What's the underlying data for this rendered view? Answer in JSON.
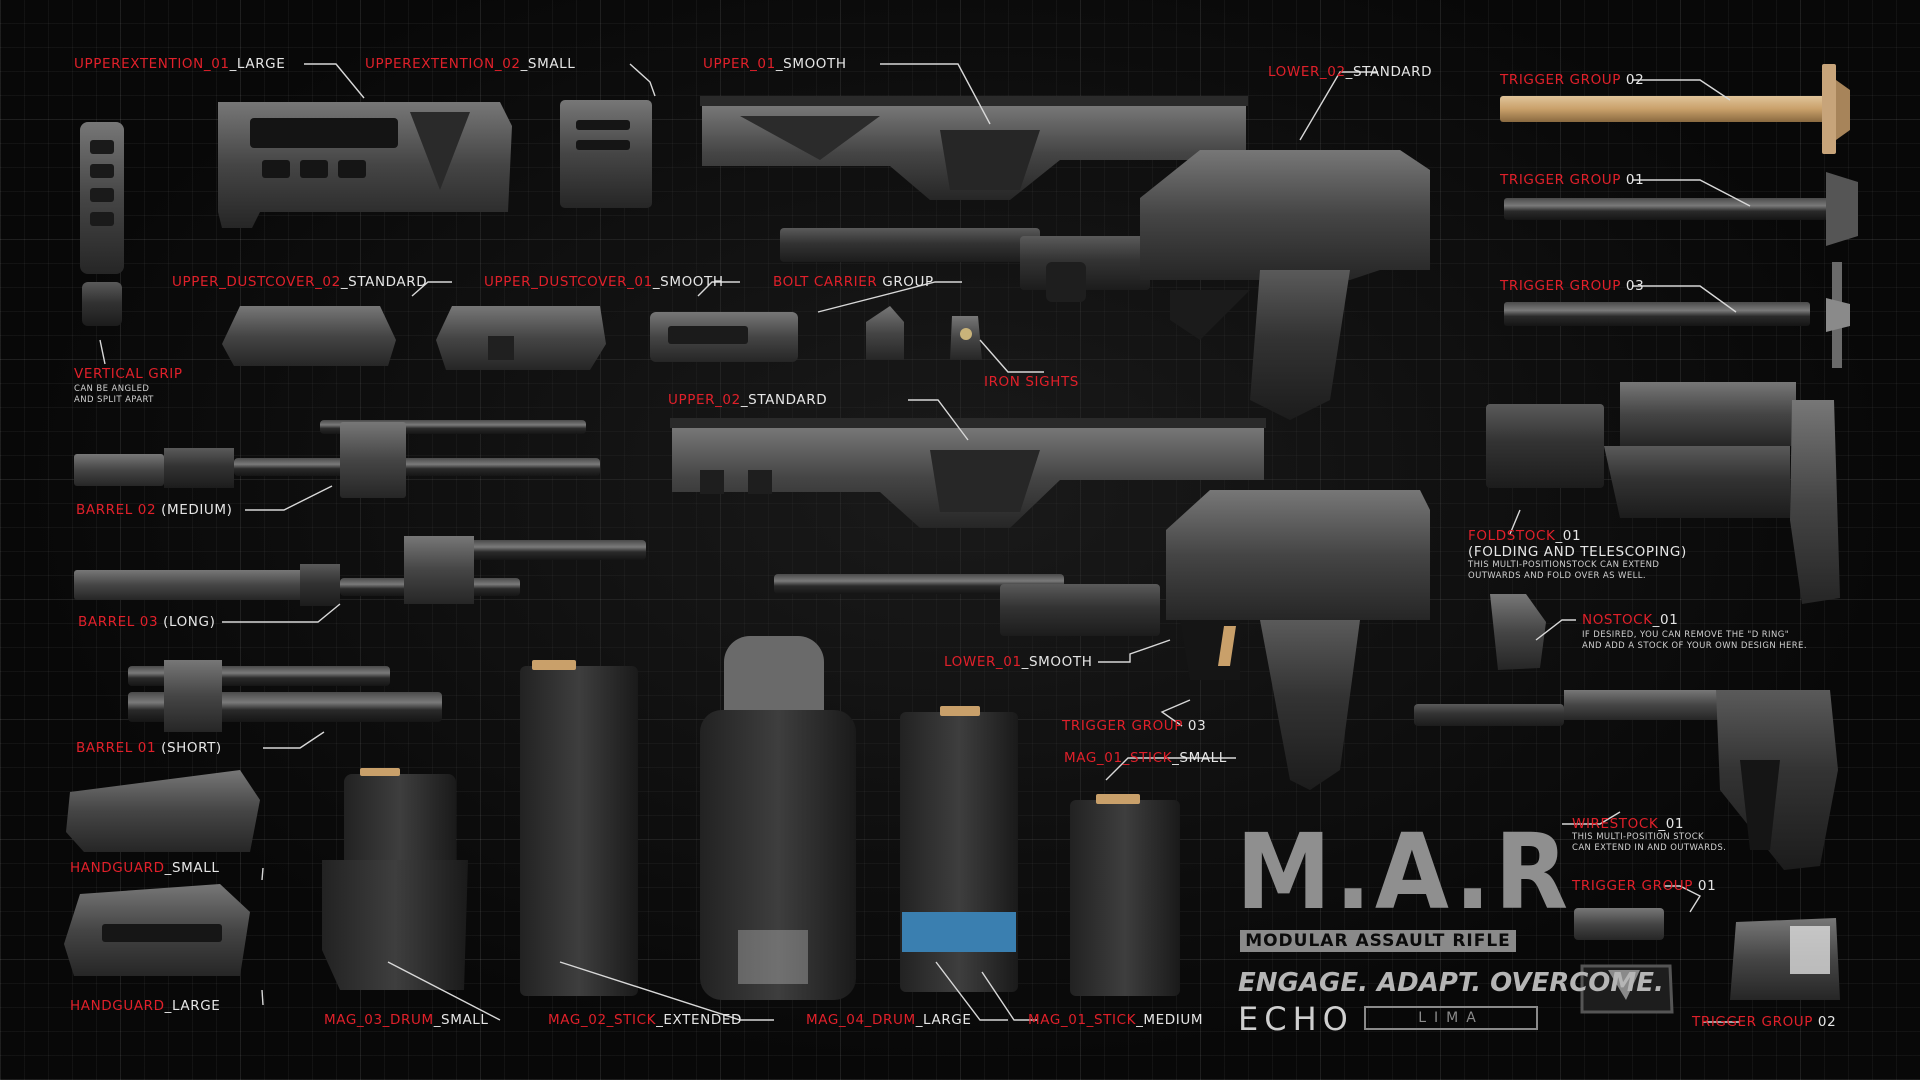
{
  "colors": {
    "accent_red": "#e0202a",
    "label_white": "#e6e6e6",
    "background": "#080808",
    "metal": "#3a3a3a",
    "copper": "#c9a06a",
    "blue_tape": "#3a7fb0"
  },
  "labels": {
    "upperext_large": {
      "red": "UPPEREXTENTION_01",
      "white": "_LARGE"
    },
    "upperext_small": {
      "red": "UPPEREXTENTION_02",
      "white": "_SMALL"
    },
    "upper01": {
      "red": "UPPER_01",
      "white": "_SMOOTH"
    },
    "lower02": {
      "red": "LOWER_02",
      "white": "_STANDARD"
    },
    "tg02_top": {
      "red": "TRIGGER GROUP",
      "white": " 02"
    },
    "tg01_top": {
      "red": "TRIGGER GROUP",
      "white": " 01"
    },
    "tg03_top": {
      "red": "TRIGGER GROUP",
      "white": " 03"
    },
    "dust02": {
      "red": "UPPER_DUSTCOVER_02",
      "white": "_STANDARD"
    },
    "dust01": {
      "red": "UPPER_DUSTCOVER_01",
      "white": "_SMOOTH"
    },
    "bcg": {
      "red": "BOLT CARRIER",
      "white": " GROUP"
    },
    "vgrip": {
      "red": "VERTICAL GRIP",
      "white": ""
    },
    "iron": {
      "red": "IRON SIGHTS",
      "white": ""
    },
    "upper02": {
      "red": "UPPER_02",
      "white": "_STANDARD"
    },
    "barrel02": {
      "red": "BARREL 02",
      "white": " (MEDIUM)"
    },
    "foldstock": {
      "red": "FOLDSTOCK",
      "white": "_01"
    },
    "foldstock_sub": "(FOLDING AND TELESCOPING)",
    "barrel03": {
      "red": "BARREL 03",
      "white": " (LONG)"
    },
    "nostock": {
      "red": "NOSTOCK",
      "white": "_01"
    },
    "lower01": {
      "red": "LOWER_01",
      "white": "_SMOOTH"
    },
    "barrel01": {
      "red": "BARREL 01",
      "white": " (SHORT)"
    },
    "tg03_mid": {
      "red": "TRIGGER GROUP",
      "white": " 03"
    },
    "mag01small": {
      "red": "MAG_01_STICK",
      "white": "_SMALL"
    },
    "wirestock": {
      "red": "WIRESTOCK",
      "white": "_01"
    },
    "hg_small": {
      "red": "HANDGUARD",
      "white": "_SMALL"
    },
    "tg01_bot": {
      "red": "TRIGGER GROUP",
      "white": " 01"
    },
    "hg_large": {
      "red": "HANDGUARD",
      "white": "_LARGE"
    },
    "mag03": {
      "red": "MAG_03_DRUM",
      "white": "_SMALL"
    },
    "mag02": {
      "red": "MAG_02_STICK",
      "white": "_EXTENDED"
    },
    "mag04": {
      "red": "MAG_04_DRUM",
      "white": "_LARGE"
    },
    "mag01med": {
      "red": "MAG_01_STICK",
      "white": "_MEDIUM"
    },
    "tg02_bot": {
      "red": "TRIGGER GROUP",
      "white": " 02"
    }
  },
  "notes": {
    "vgrip": "CAN BE ANGLED\nAND SPLIT APART",
    "foldstock": "THIS MULTI-POSITIONSTOCK CAN EXTEND\nOUTWARDS AND FOLD OVER AS WELL.",
    "nostock": "IF DESIRED, YOU CAN REMOVE THE \"D RING\"\nAND ADD A STOCK OF YOUR OWN DESIGN HERE.",
    "wirestock": "THIS MULTI-POSITION STOCK\nCAN EXTEND IN AND OUTWARDS."
  },
  "logo": {
    "title": "M.A.R",
    "subtitle": "MODULAR ASSAULT RIFLE",
    "tagline": "ENGAGE. ADAPT. OVERCOME.",
    "echo": "ECHO",
    "lima": "LIMA"
  }
}
